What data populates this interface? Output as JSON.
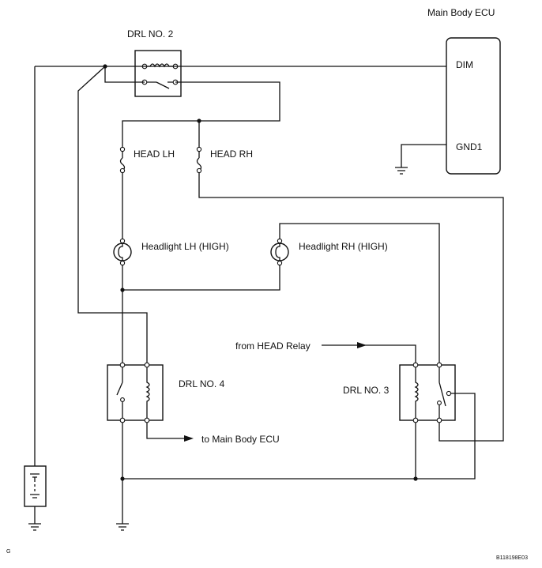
{
  "labels": {
    "ecu_title": "Main Body ECU",
    "dim": "DIM",
    "gnd1": "GND1",
    "drl2": "DRL NO. 2",
    "drl3": "DRL NO. 3",
    "drl4": "DRL NO. 4",
    "fuse_lh": "HEAD LH",
    "fuse_rh": "HEAD RH",
    "lamp_lh": "Headlight LH (HIGH)",
    "lamp_rh": "Headlight RH (HIGH)",
    "from_relay": "from HEAD Relay",
    "to_ecu": "to Main Body ECU",
    "corner_code": "G",
    "doc_code": "B118198E03"
  }
}
